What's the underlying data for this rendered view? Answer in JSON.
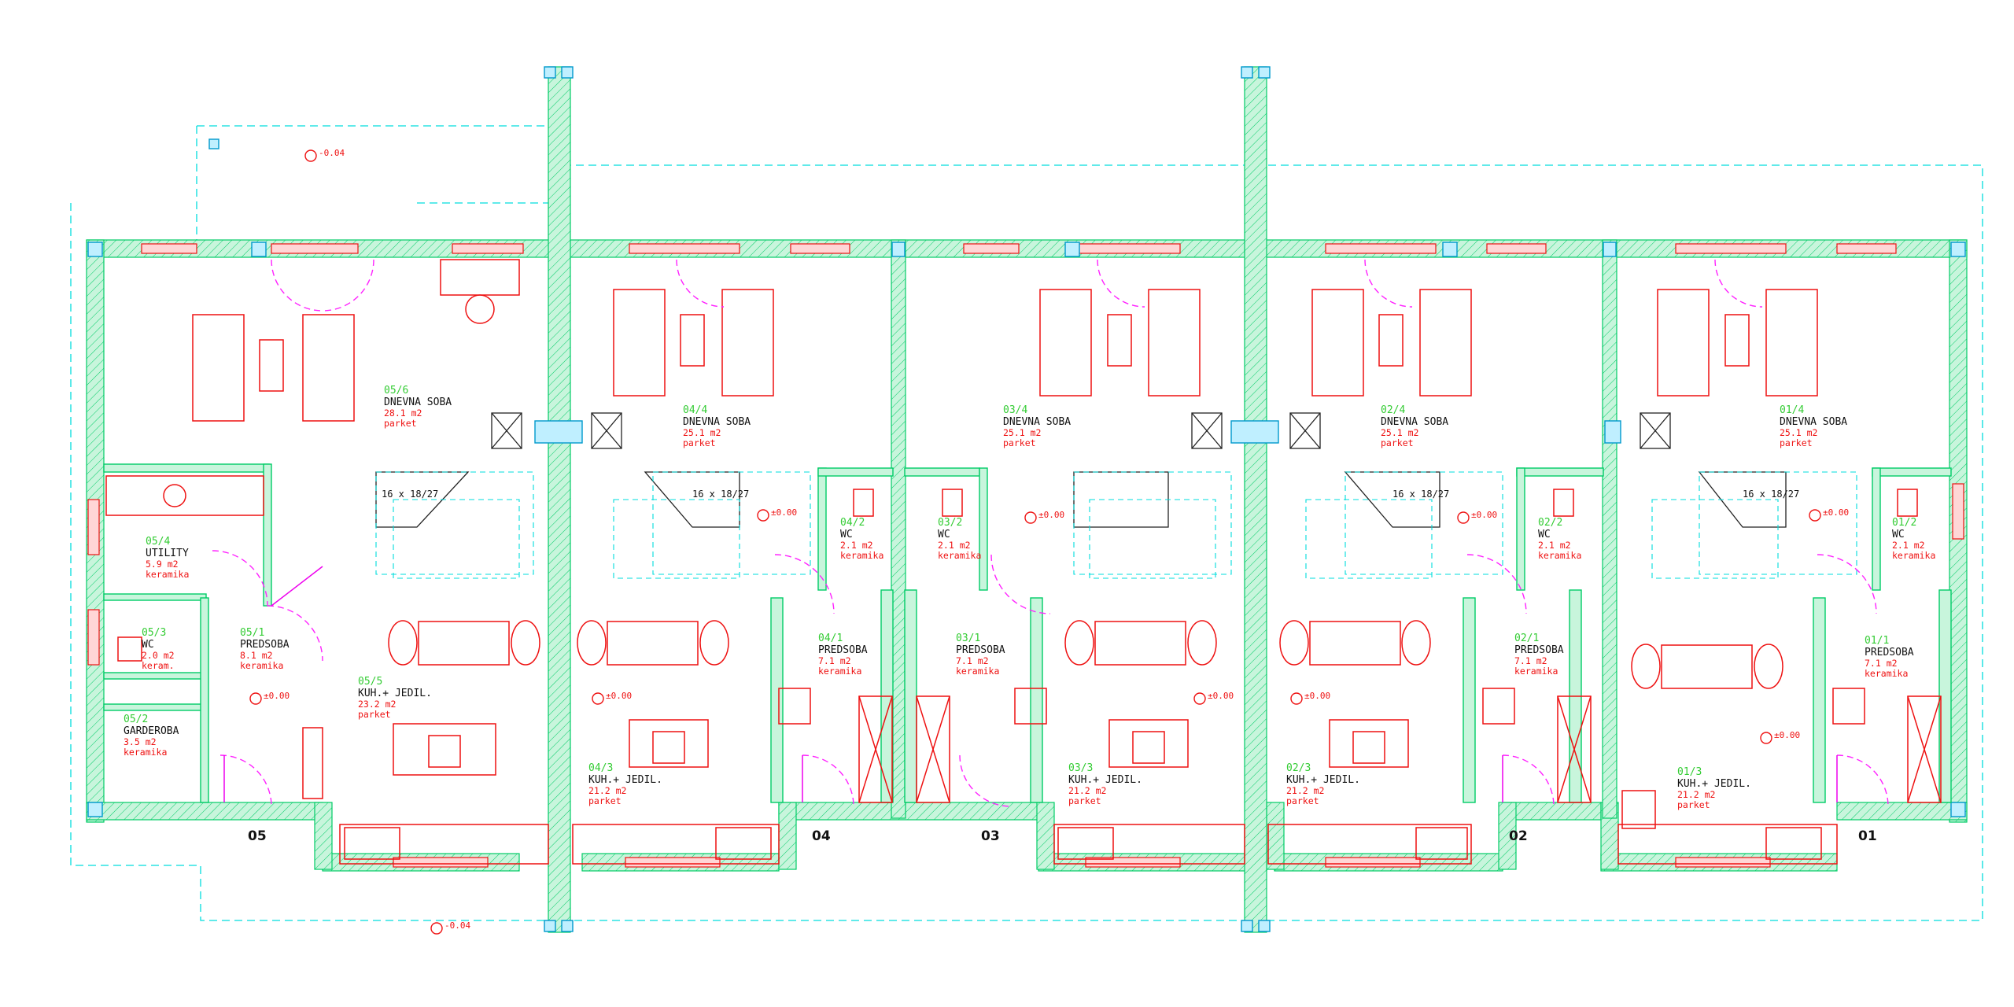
{
  "units": [
    "05",
    "04",
    "03",
    "02",
    "01"
  ],
  "stair_label": "16 x 18/27",
  "levels": {
    "outer": "-0.04",
    "inner": "±0.00"
  },
  "rooms": [
    {
      "id": "05/6",
      "name": "DNEVNA SOBA",
      "area": "28.1 m2",
      "floor": "parket"
    },
    {
      "id": "05/4",
      "name": "UTILITY",
      "area": "5.9 m2",
      "floor": "keramika"
    },
    {
      "id": "05/3",
      "name": "WC",
      "area": "2.0 m2",
      "floor": "keram."
    },
    {
      "id": "05/1",
      "name": "PREDSOBA",
      "area": "8.1 m2",
      "floor": "keramika"
    },
    {
      "id": "05/5",
      "name": "KUH.+ JEDIL.",
      "area": "23.2 m2",
      "floor": "parket"
    },
    {
      "id": "05/2",
      "name": "GARDEROBA",
      "area": "3.5 m2",
      "floor": "keramika"
    },
    {
      "id": "04/4",
      "name": "DNEVNA SOBA",
      "area": "25.1 m2",
      "floor": "parket"
    },
    {
      "id": "04/2",
      "name": "WC",
      "area": "2.1 m2",
      "floor": "keramika"
    },
    {
      "id": "04/1",
      "name": "PREDSOBA",
      "area": "7.1 m2",
      "floor": "keramika"
    },
    {
      "id": "04/3",
      "name": "KUH.+ JEDIL.",
      "area": "21.2 m2",
      "floor": "parket"
    },
    {
      "id": "03/4",
      "name": "DNEVNA SOBA",
      "area": "25.1 m2",
      "floor": "parket"
    },
    {
      "id": "03/2",
      "name": "WC",
      "area": "2.1 m2",
      "floor": "keramika"
    },
    {
      "id": "03/1",
      "name": "PREDSOBA",
      "area": "7.1 m2",
      "floor": "keramika"
    },
    {
      "id": "03/3",
      "name": "KUH.+ JEDIL.",
      "area": "21.2 m2",
      "floor": "parket"
    },
    {
      "id": "02/4",
      "name": "DNEVNA SOBA",
      "area": "25.1 m2",
      "floor": "parket"
    },
    {
      "id": "02/2",
      "name": "WC",
      "area": "2.1 m2",
      "floor": "keramika"
    },
    {
      "id": "02/1",
      "name": "PREDSOBA",
      "area": "7.1 m2",
      "floor": "keramika"
    },
    {
      "id": "02/3",
      "name": "KUH.+ JEDIL.",
      "area": "21.2 m2",
      "floor": "parket"
    },
    {
      "id": "01/4",
      "name": "DNEVNA SOBA",
      "area": "25.1 m2",
      "floor": "parket"
    },
    {
      "id": "01/2",
      "name": "WC",
      "area": "2.1 m2",
      "floor": "keramika"
    },
    {
      "id": "01/1",
      "name": "PREDSOBA",
      "area": "7.1 m2",
      "floor": "keramika"
    },
    {
      "id": "01/3",
      "name": "KUH.+ JEDIL.",
      "area": "21.2 m2",
      "floor": "parket"
    }
  ],
  "colors": {
    "wall": "#00cc66",
    "column": "#0099cc",
    "furniture": "#ee1111",
    "door": "#ff22ff",
    "outline": "#00dddd",
    "room_id": "#33cc33"
  }
}
